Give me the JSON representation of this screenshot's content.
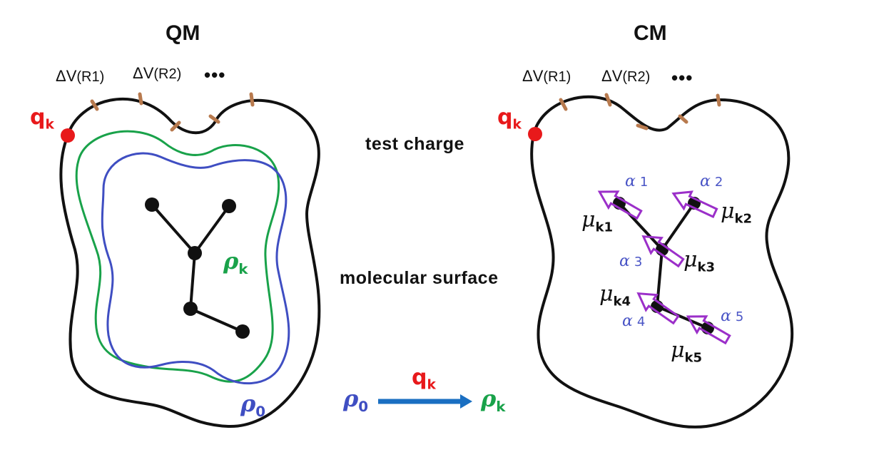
{
  "panels": {
    "qm_title": "QM",
    "cm_title": "CM"
  },
  "potentials": {
    "dv_symbol": "ΔV",
    "r1": "(R1)",
    "r2": "(R2)",
    "ellipsis": "•••"
  },
  "charge": {
    "base": "q",
    "sub": "k"
  },
  "middle": {
    "test_charge": "test charge",
    "molecular_surface": "molecular surface"
  },
  "densities": {
    "rho_symbol": "ρ",
    "rho_k_sub": "k",
    "rho_0_sub": "0"
  },
  "dipoles": {
    "mu_symbol": "μ",
    "subs": [
      "k1",
      "k2",
      "k3",
      "k4",
      "k5"
    ]
  },
  "polarizabilities": {
    "alpha_symbol": "α",
    "nums": [
      "1",
      "2",
      "3",
      "4",
      "5"
    ]
  },
  "colors": {
    "outline": "#111111",
    "tick": "#b87a4e",
    "charge": "#e8191b",
    "rho_k": "#19a24a",
    "rho_0": "#3f4ec2",
    "arrow": "#1a6fc2",
    "dipole": "#9b2fc9",
    "alpha": "#4a55c6"
  }
}
